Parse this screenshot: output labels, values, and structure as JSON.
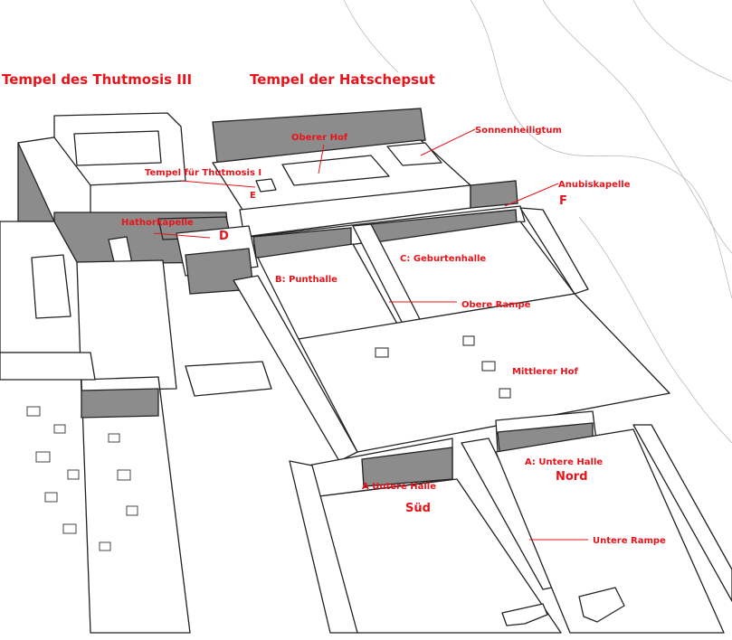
{
  "title_left": "Tempel des Thutmosis III",
  "title_right": "Tempel der Hatschepsut",
  "labels": {
    "oberer_hof": "Oberer Hof",
    "sonnenheiligtum": "Sonnenheiligtum",
    "tempel_thutmosis_i": "Tempel für Thutmosis I",
    "e": "E",
    "hathorkapelle": "Hathorkapelle",
    "d": "D",
    "anubiskapelle": "Anubiskapelle",
    "f": "F",
    "punthalle": "B: Punthalle",
    "geburtenhalle": "C: Geburtenhalle",
    "obere_rampe": "Obere Rampe",
    "mittlerer_hof": "Mittlerer Hof",
    "untere_halle_sued_1": "A  Untere Halle",
    "untere_halle_sued_2": "Süd",
    "untere_halle_nord_1": "A: Untere Halle",
    "untere_halle_nord_2": "Nord",
    "untere_rampe": "Untere Rampe"
  },
  "colors": {
    "label": "#e8141a",
    "shade": "#8c8c8c",
    "line": "#222222"
  }
}
